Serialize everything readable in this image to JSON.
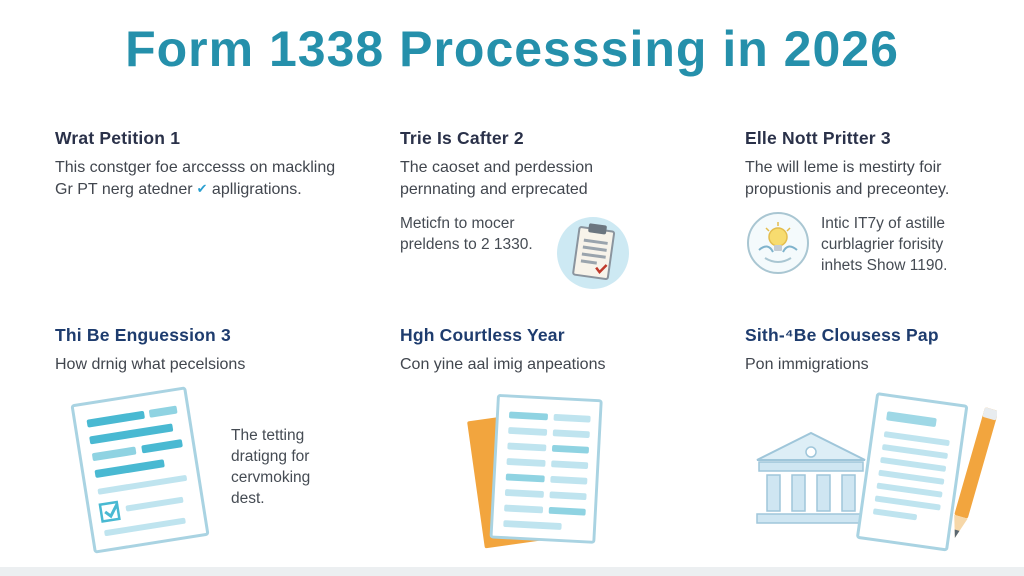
{
  "title": "Form 1338 Processsing in 2026",
  "colors": {
    "title_teal": "#2590ab",
    "heading_dark": "#2a3149",
    "heading_navy": "#1e3c6e",
    "body_gray": "#41464e",
    "accent_teal": "#49b9d2",
    "accent_light_blue": "#bfe4ef",
    "accent_orange": "#f2a53e",
    "icon_circle_blue": "#cde9f3"
  },
  "sections": [
    {
      "heading": "Wrat Petition 1",
      "body_a": "This constger foe arccesss on mackling Gr PT nerg atedner",
      "body_b": "aplligrations.",
      "icon": "check-icon"
    },
    {
      "heading": "Trie Is Cafter 2",
      "body": "The caoset and perdession pernnating and erprecated",
      "note": "Meticfn to mocer preldens to 2 1330.",
      "icon": "clipboard-circle-icon"
    },
    {
      "heading": "Elle Nott Pritter 3",
      "body": "The will leme is mestirty foir propustionis and preceontey.",
      "note": "Intic IT7y of astille curblagrier forisity inhets Show 1190.",
      "icon": "lightbulb-circle-icon"
    },
    {
      "heading": "Thi Be Enguession 3",
      "body": "How drnig what pecelsions",
      "note": "The tetting dratigng for cervmoking dest.",
      "icon": "checklist-document-illustration"
    },
    {
      "heading": "Hgh Courtless Year",
      "body": "Con yine aal imig anpeations",
      "icon": "stacked-documents-illustration"
    },
    {
      "heading": "Sith-⁴Be Clousess Pap",
      "body": "Pon immigrations",
      "icon": "courthouse-document-pencil-illustration"
    }
  ],
  "inline_check_glyph": "✔"
}
